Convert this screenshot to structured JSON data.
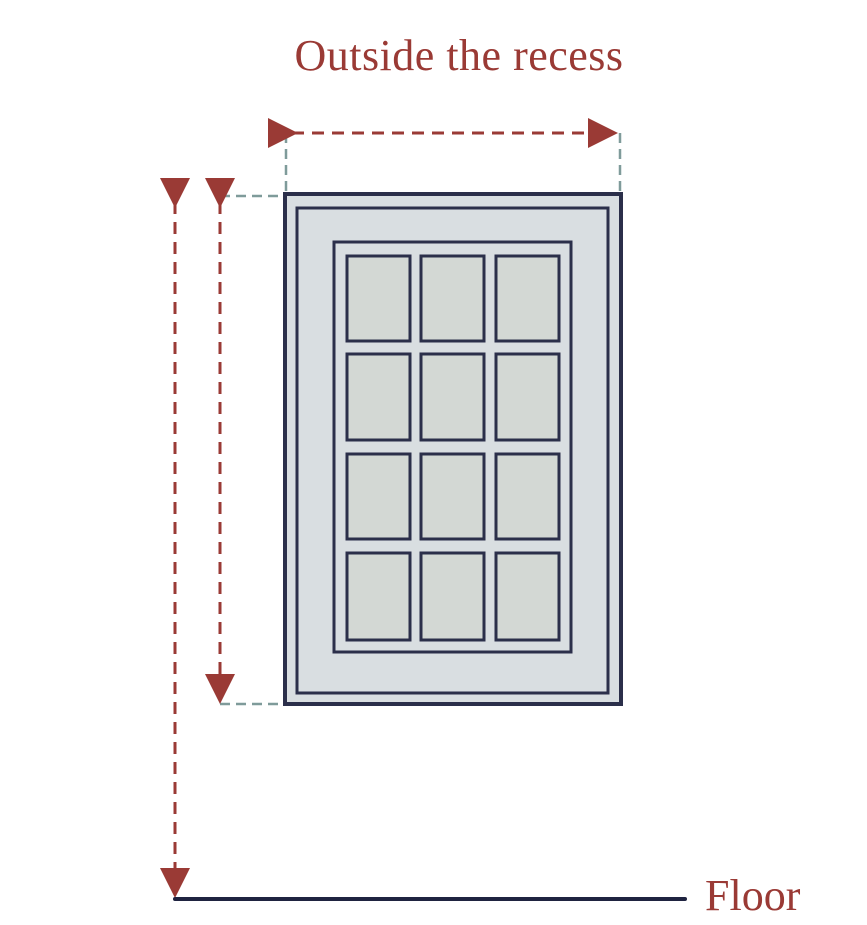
{
  "title": "Outside the recess",
  "floor_label": "Floor",
  "colors": {
    "accent": "#9a3a35",
    "frame": "#2b2f4a",
    "frame_fill": "#d9dee1",
    "pane_fill": "#d3d8d4",
    "guide": "#7f9b9a",
    "floor": "#1f2340"
  },
  "window": {
    "pane_rows": 4,
    "pane_columns": 3
  },
  "icons": {
    "window": "window-icon",
    "arrow": "dashed-arrow-icon"
  }
}
